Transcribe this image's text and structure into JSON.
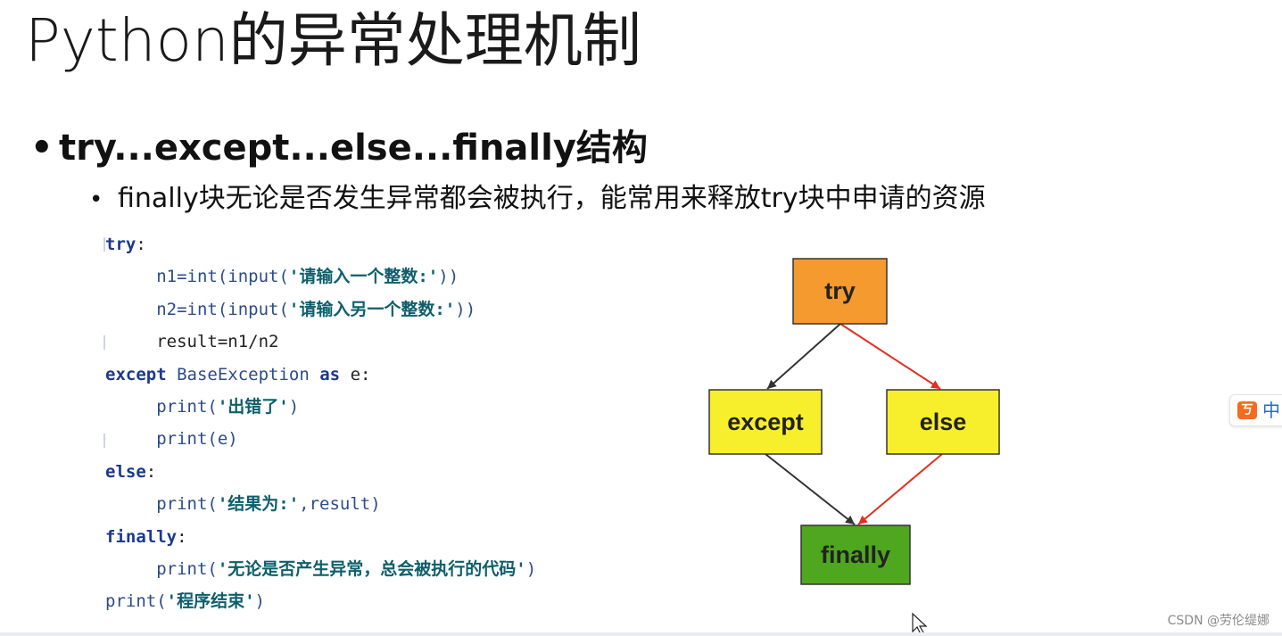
{
  "slide": {
    "title": "Python的异常处理机制",
    "bullet_marker": "•",
    "bullet1": "try...except...else...finally结构",
    "bullet2": "finally块无论是否发生异常都会被执行，能常用来释放try块中申请的资源"
  },
  "code": {
    "l1_kw": "try",
    "l1_colon": ":",
    "l2_code": "n1=int(input(",
    "l2_str": "'请输入一个整数:'",
    "l2_end": "))",
    "l3_code": "n2=int(input(",
    "l3_str": "'请输入另一个整数:'",
    "l3_end": "))",
    "l4": "result=n1/n2",
    "l5_kw": "except",
    "l5_cls": " BaseException ",
    "l5_as": "as",
    "l5_end": " e:",
    "l6_code": "print(",
    "l6_str": "'出错了'",
    "l6_end": ")",
    "l7": "print(e)",
    "l8_kw": "else",
    "l8_colon": ":",
    "l9_code": "print(",
    "l9_str": "'结果为:'",
    "l9_end": ",result)",
    "l10_kw": "finally",
    "l10_colon": ":",
    "l11_code": "print(",
    "l11_str": "'无论是否产生异常，总会被执行的代码'",
    "l11_end": ")",
    "l12_code": "print(",
    "l12_str": "'程序结束'",
    "l12_end": ")"
  },
  "flowchart": {
    "nodes": {
      "try": {
        "label": "try",
        "color": "#f59a2e"
      },
      "except": {
        "label": "except",
        "color": "#f7ef2b"
      },
      "else": {
        "label": "else",
        "color": "#f7ef2b"
      },
      "finally": {
        "label": "finally",
        "color": "#4ea71f"
      }
    },
    "edges": [
      {
        "from": "try",
        "to": "except",
        "color": "#333333"
      },
      {
        "from": "try",
        "to": "else",
        "color": "#e03020"
      },
      {
        "from": "except",
        "to": "finally",
        "color": "#333333"
      },
      {
        "from": "else",
        "to": "finally",
        "color": "#e03020"
      }
    ]
  },
  "ime": {
    "logo": "ㄎ",
    "lang": "中"
  },
  "watermark": "CSDN @劳伦缇娜"
}
